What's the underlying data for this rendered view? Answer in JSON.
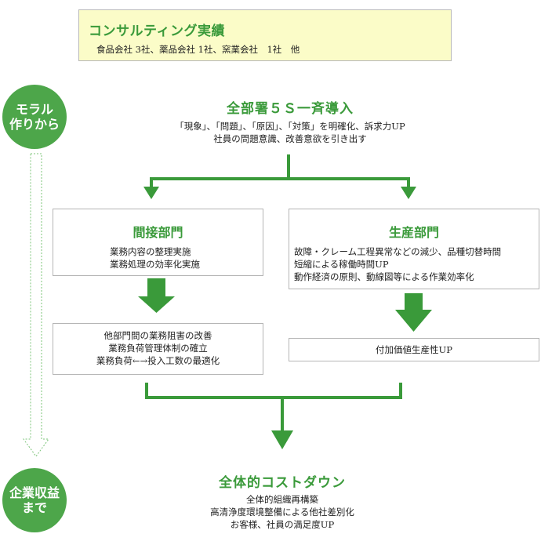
{
  "header": {
    "title": "コンサルティング実績",
    "subtitle": "食品会社 3社、薬品会社 1社、窯業会社　1社　他"
  },
  "side": {
    "top_circle": [
      "モラル",
      "作りから"
    ],
    "bottom_circle": [
      "企業収益",
      "まで"
    ]
  },
  "top": {
    "title": "全部署５Ｓ一斉導入",
    "lines": [
      "「現象」、「問題」、「原因」、「対策」を明確化、訴求力UP",
      "社員の問題意識、改善意欲を引き出す"
    ]
  },
  "left_dept": {
    "title": "間接部門",
    "lines": [
      "業務内容の整理実施",
      "業務処理の効率化実施"
    ],
    "result_lines": [
      "他部門間の業務阻害の改善",
      "業務負荷管理体制の確立",
      "業務負荷←→投入工数の最適化"
    ]
  },
  "right_dept": {
    "title": "生産部門",
    "lines": [
      "故障・クレーム工程異常などの減少、品種切替時間",
      "短縮による稼働時間UP",
      "動作経済の原則、動線図等による作業効率化"
    ],
    "result_lines": [
      "付加価値生産性UP"
    ]
  },
  "bottom": {
    "title": "全体的コストダウン",
    "lines": [
      "全体的組織再構築",
      "高清浄度環境整備による他社差別化",
      "お客様、社員の満足度UP"
    ]
  },
  "colors": {
    "accent": "#3a9a3a",
    "circle": "#4da64a",
    "header_bg": "#fbfcc8"
  }
}
